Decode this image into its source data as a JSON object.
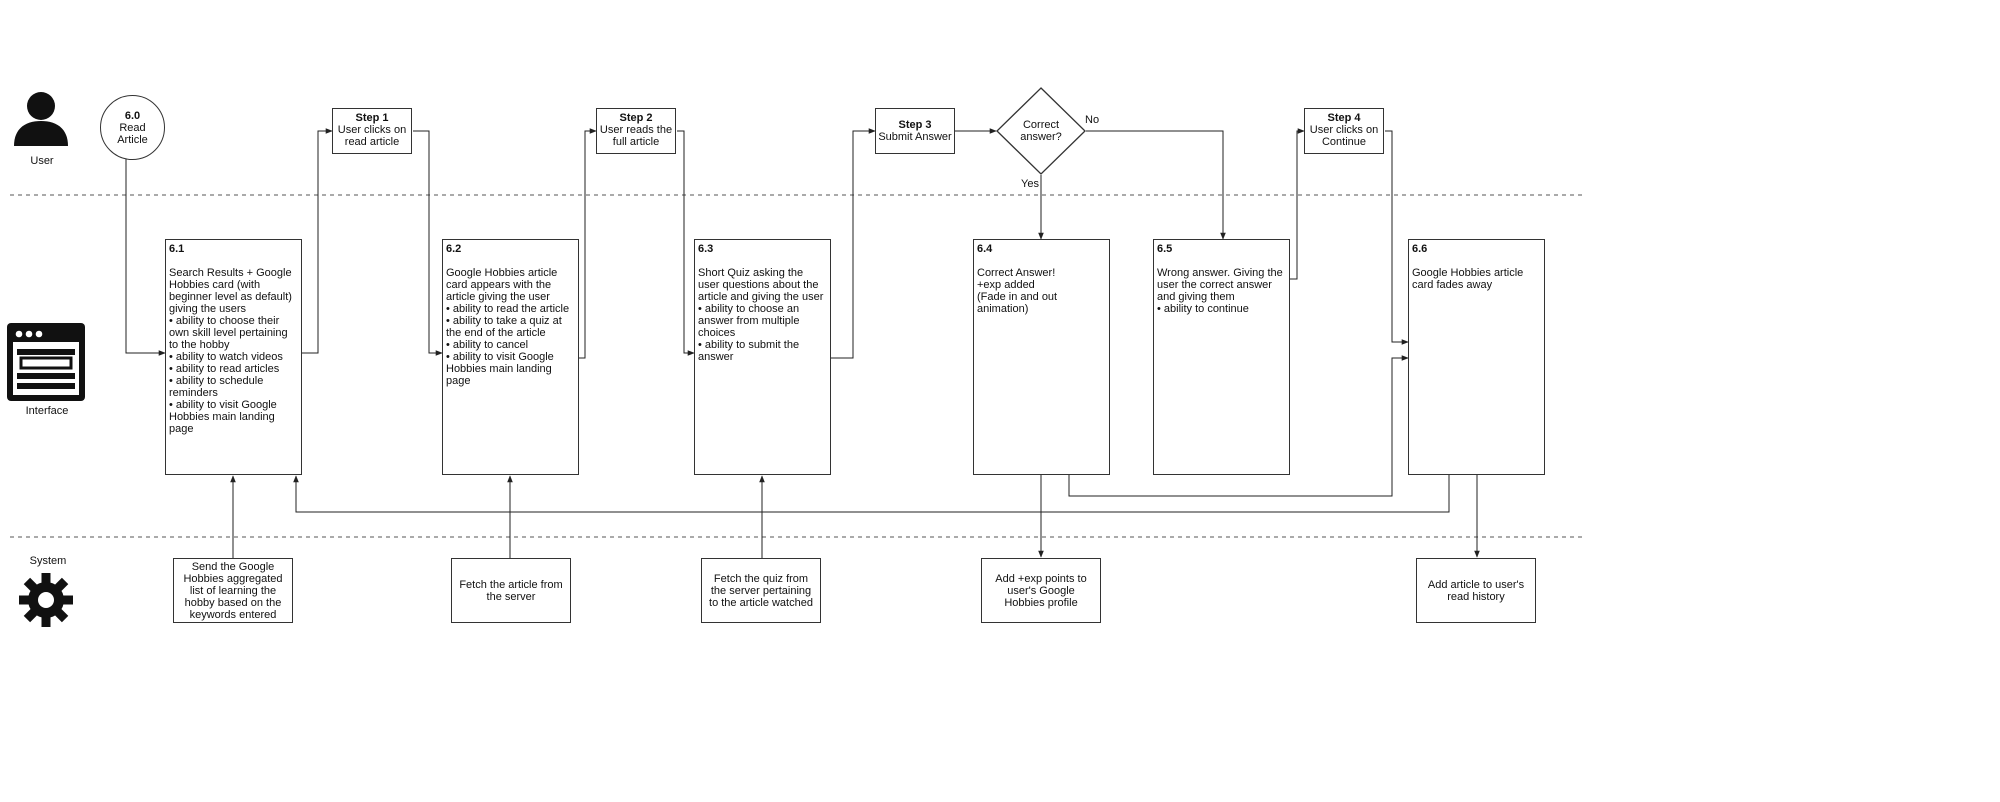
{
  "lanes": {
    "user": "User",
    "interface": "Interface",
    "system": "System"
  },
  "start": {
    "title": "6.0",
    "label": "Read Article"
  },
  "steps": [
    {
      "title": "Step 1",
      "desc": "User clicks on read article"
    },
    {
      "title": "Step 2",
      "desc": "User reads the full article"
    },
    {
      "title": "Step 3",
      "desc": "Submit Answer"
    },
    {
      "title": "Step 4",
      "desc": "User clicks on Continue"
    }
  ],
  "decision": {
    "label": "Correct answer?",
    "yes": "Yes",
    "no": "No"
  },
  "screens": [
    {
      "id": "6.1",
      "text": "Search Results + Google Hobbies card (with beginner level as default) giving the users\n• ability to choose their own skill level pertaining to the hobby\n• ability to watch videos\n• ability to read articles\n• ability to schedule reminders\n• ability to visit Google Hobbies main landing page"
    },
    {
      "id": "6.2",
      "text": "Google Hobbies article card appears with the article giving the user\n• ability to read the article\n• ability to take a quiz at the end of the article\n• ability to cancel\n• ability to visit Google Hobbies main landing page"
    },
    {
      "id": "6.3",
      "text": "Short Quiz asking the user questions about the article and giving the user\n• ability to choose an answer from multiple choices\n• ability to submit the answer"
    },
    {
      "id": "6.4",
      "text": "Correct Answer!\n +exp added\n(Fade in and out animation)"
    },
    {
      "id": "6.5",
      "text": "Wrong answer. Giving the user the correct answer and giving them\n• ability to continue"
    },
    {
      "id": "6.6",
      "text": "Google Hobbies article card fades away"
    }
  ],
  "system_tasks": [
    {
      "text": "Send the Google Hobbies aggregated list of learning the hobby based on the keywords entered"
    },
    {
      "text": "Fetch the article from the server"
    },
    {
      "text": "Fetch the quiz from the server pertaining to the article watched"
    },
    {
      "text": "Add +exp points to user's Google Hobbies profile"
    },
    {
      "text": "Add article to user's read history"
    }
  ]
}
